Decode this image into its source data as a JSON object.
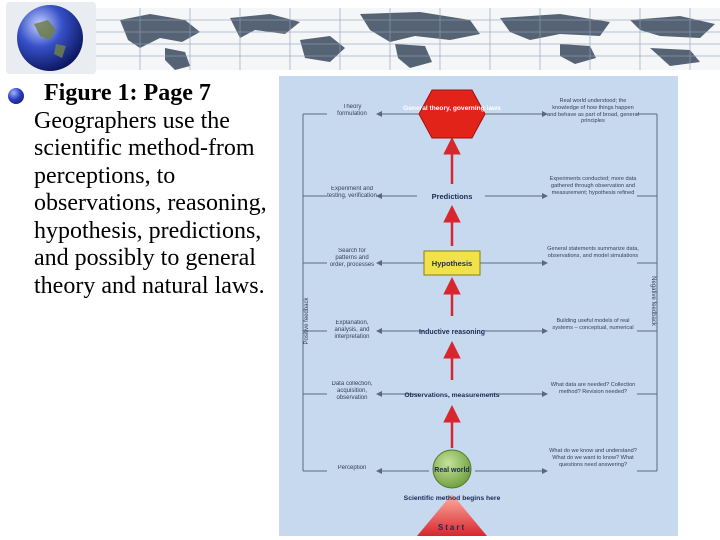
{
  "slide": {
    "figure_label": "Figure 1: Page 7",
    "body_text": "Geographers use the scientific method-from perceptions, to observations, reasoning, hypothesis, predictions, and possibly to general theory and natural laws."
  },
  "diagram": {
    "center_nodes": [
      {
        "label": "General theory, governing laws"
      },
      {
        "label": "Predictions"
      },
      {
        "label": "Hypothesis"
      },
      {
        "label": "Inductive reasoning"
      },
      {
        "label": "Observations, measurements"
      },
      {
        "label": "Real world"
      }
    ],
    "left_labels": [
      "Theory formulation",
      "Experiment and testing, verification",
      "Search for patterns and order, processes",
      "Explanation, analysis, and interpretation",
      "Data collection, acquisition, observation",
      "Perception"
    ],
    "right_labels": [
      "Real world understood; the knowledge of how things happen and behave as part of broad, general principles",
      "Experiments conducted; more data gathered through observation and measurement; hypothesis refined",
      "General statements summarize data, observations, and model simulations",
      "Building useful models of real systems – conceptual, numerical",
      "What data are needed? Collection method? Revision needed?",
      "What do we know and understand? What do we want to know? What questions need answering?"
    ],
    "start_caption": "Scientific method begins here",
    "start_label": "Start",
    "positive_feedback": "Positive feedback",
    "negative_feedback": "Negative feedback",
    "colors": {
      "background": "#c7d9ef",
      "hexagon": "#e2231a",
      "hypothesis_box": "#f2e24a",
      "real_world": "#8dbb57",
      "arrow": "#d7262e",
      "cone": "#e0453a"
    }
  }
}
